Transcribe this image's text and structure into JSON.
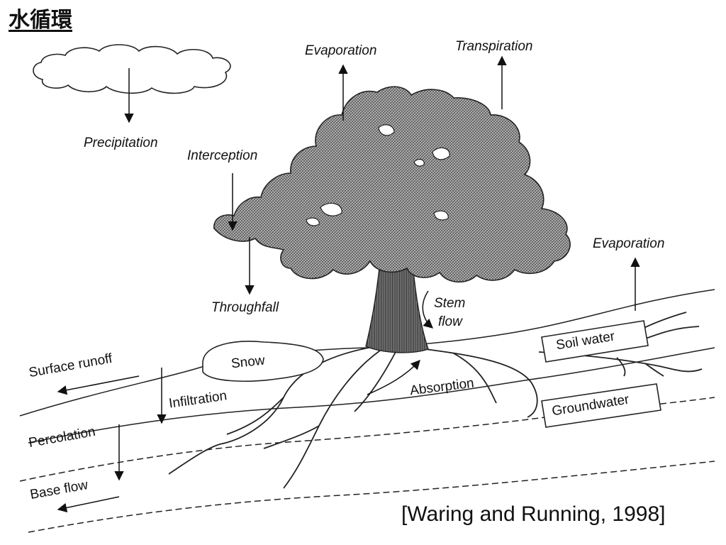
{
  "title": "水循環",
  "citation": "[Waring and Running, 1998]",
  "labels": {
    "precipitation": "Precipitation",
    "evaporation_canopy": "Evaporation",
    "transpiration": "Transpiration",
    "interception": "Interception",
    "throughfall": "Throughfall",
    "evaporation_soil": "Evaporation",
    "stem": "Stem",
    "flow": "flow",
    "snow": "Snow",
    "soil_water": "Soil water",
    "groundwater": "Groundwater",
    "surface_runoff": "Surface runoff",
    "infiltration": "Infiltration",
    "absorption": "Absorption",
    "percolation": "Percolation",
    "base_flow": "Base flow"
  }
}
